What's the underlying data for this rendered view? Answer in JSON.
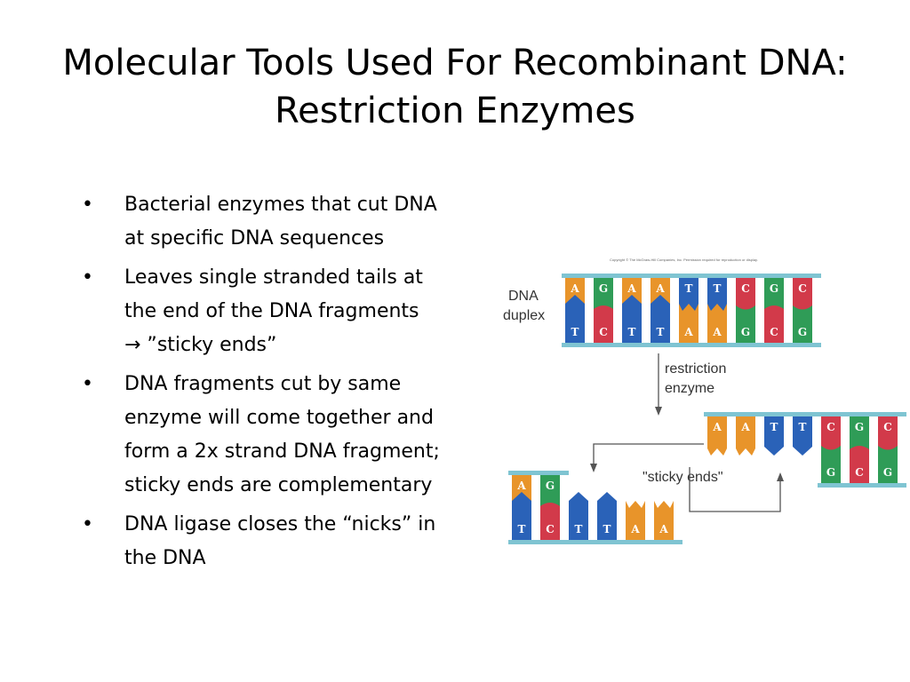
{
  "slide": {
    "title_line1": "Molecular Tools Used For Recombinant DNA:",
    "title_line2": "Restriction Enzymes",
    "bullet_glyph": "•",
    "bullets": [
      {
        "lines": [
          "Bacterial enzymes that cut DNA",
          "at specific DNA sequences"
        ]
      },
      {
        "lines": [
          "Leaves single stranded tails at",
          "the end of the DNA fragments",
          "→ ”sticky ends”"
        ]
      },
      {
        "lines": [
          "DNA fragments cut by same",
          "enzyme will come together and",
          "form a 2x strand DNA fragment;",
          "sticky ends are complementary"
        ]
      },
      {
        "lines": [
          "DNA ligase closes the “nicks” in",
          "the DNA"
        ]
      }
    ]
  },
  "figure": {
    "copyright": "Copyright © The McGraw-Hill Companies, Inc. Permission required for reproduction or display.",
    "label_dna_1": "DNA",
    "label_dna_2": "duplex",
    "label_enzyme_1": "restriction",
    "label_enzyme_2": "enzyme",
    "label_sticky": "\"sticky ends\"",
    "duplex_top": [
      "A",
      "G",
      "A",
      "A",
      "T",
      "T",
      "C",
      "G",
      "C"
    ],
    "duplex_bottom": [
      "T",
      "C",
      "T",
      "T",
      "A",
      "A",
      "G",
      "C",
      "G"
    ],
    "left_top": [
      "A",
      "G"
    ],
    "left_bottom": [
      "T",
      "C",
      "T",
      "T",
      "A",
      "A"
    ],
    "right_top": [
      "A",
      "A",
      "T",
      "T",
      "C",
      "G",
      "C"
    ],
    "right_bottom": [
      "G",
      "C",
      "G"
    ],
    "colors": {
      "A": "#e8942a",
      "T": "#2a62b8",
      "G": "#2f9c57",
      "C": "#d23a4a",
      "backbone": "#7fc4d2"
    }
  }
}
